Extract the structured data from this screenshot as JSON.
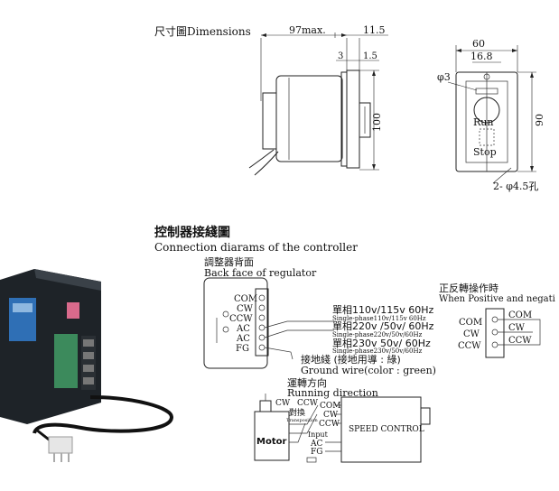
{
  "dimensions": {
    "title": "尺寸圖Dimensions",
    "length_max": "97max.",
    "shaft_len": "11.5",
    "flange_3": "3",
    "flange_1_5": "1.5",
    "height": "100",
    "width": "60",
    "offset": "16.8",
    "hole_dia": "φ3",
    "run_label": "Run",
    "stop_label": "Stop",
    "panel_height": "90",
    "mount_holes": "2- φ4.5孔"
  },
  "connection": {
    "heading_cn": "控制器接綫圖",
    "heading_en": "Connection diarams of the controller",
    "back_cn": "調整器背面",
    "back_en": "Back face of regulator",
    "terminals": [
      "COM",
      "CW",
      "CCW",
      "AC",
      "AC",
      "FG"
    ],
    "supply_1": "單相110v/115v 60Hz",
    "supply_1_en": "Single-phase110v/115v 60Hz",
    "supply_2": "單相220v /50v/ 60Hz",
    "supply_2_en": "Single-phase220v/50v/60Hz",
    "supply_3": "單相230v 50v/ 60Hz",
    "supply_3_en": "Single-phase230v/50v/60Hz",
    "ground_cn": "接地綫 (接地用導 : 綠)",
    "ground_en": "Ground wire(color : green)",
    "pos_neg_cn": "正反轉操作時",
    "pos_neg_en": "When Positive and negati",
    "pos_terms": [
      "COM",
      "CW",
      "CCW"
    ],
    "run_dir_cn": "運轉方向",
    "run_dir_en": "Running direction",
    "cw": "CW",
    "ccw": "CCW",
    "switch_cn": "對換",
    "switch_en": "Transposition",
    "motor": "Motor",
    "input": "Input",
    "ac": "AC",
    "fg": "FG",
    "speed_control": "SPEED CONTROL",
    "sc_terms": [
      "COM",
      "CW",
      "CCW"
    ]
  },
  "colors": {
    "line": "#222222",
    "photo_body": "#1e2328",
    "label_blue": "#2f6fb5",
    "connector_pink": "#d96a8c"
  }
}
